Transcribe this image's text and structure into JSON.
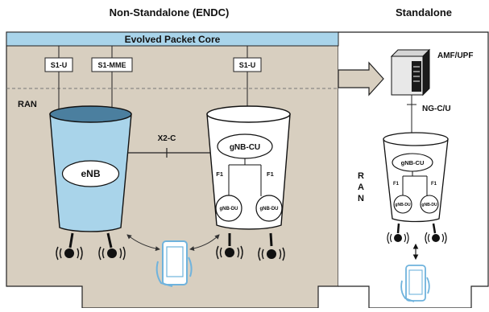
{
  "header": {
    "left_title": "Non-Standalone (ENDC)",
    "right_title": "Standalone"
  },
  "core": {
    "label": "Evolved Packet Core",
    "interfaces": [
      "S1-U",
      "S1-MME",
      "S1-U"
    ]
  },
  "nsa": {
    "ran_label": "RAN",
    "enb_label": "eNB",
    "x2_label": "X2-C",
    "gnb_cu_label": "gNB-CU",
    "f1_label": "F1",
    "gnb_du_label": "gNB-DU"
  },
  "sa": {
    "amf_label": "AMF/UPF",
    "ngc_label": "NG-C/U",
    "ran_vertical_label": "R\nA\nN",
    "ran_letters": [
      "R",
      "A",
      "N"
    ],
    "gnb_cu_label": "gNB-CU",
    "f1_label": "F1",
    "gnb_du_label": "gNB-DU"
  },
  "colors": {
    "core_band": "#a9d4ea",
    "nsa_background": "#d8cfc0",
    "enb_fill": "#a9d4ea",
    "phone_outline": "#6fb3dd"
  }
}
